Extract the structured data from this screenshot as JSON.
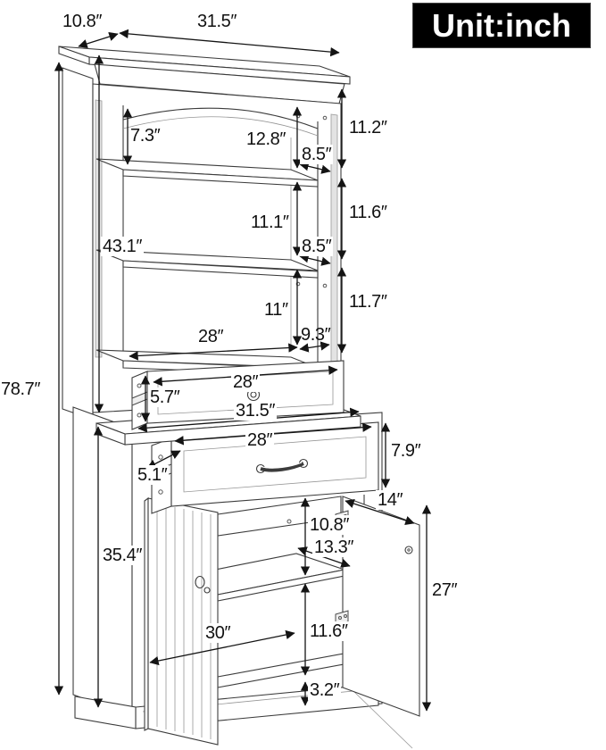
{
  "unit_badge": "Unit:inch",
  "dims": {
    "overall_height": "78.7″",
    "hutch_height": "43.1″",
    "lower_height": "35.4″",
    "top_depth": "10.8″",
    "top_width": "31.5″",
    "arch_side_height": "7.3″",
    "arch_center_height": "12.8″",
    "shelf1_depth": "8.5″",
    "right_upper": "11.2″",
    "middle_opening": "11.1″",
    "shelf2_depth": "8.5″",
    "right_middle": "11.6″",
    "lower_opening": "11″",
    "bottom_shelf_depth": "9.3″",
    "right_lower": "11.7″",
    "hutch_inner_width": "28″",
    "top_drawer_width": "28″",
    "top_drawer_height": "5.7″",
    "counter_width": "31.5″",
    "big_drawer_width": "28″",
    "big_drawer_height": "7.9″",
    "drawer_slide": "5.1″",
    "door_width": "14″",
    "interior_upper": "10.8″",
    "interior_shelf_depth": "13.3″",
    "door_height": "27″",
    "interior_lower": "11.6″",
    "interior_width": "30″",
    "plinth_height": "3.2″"
  }
}
